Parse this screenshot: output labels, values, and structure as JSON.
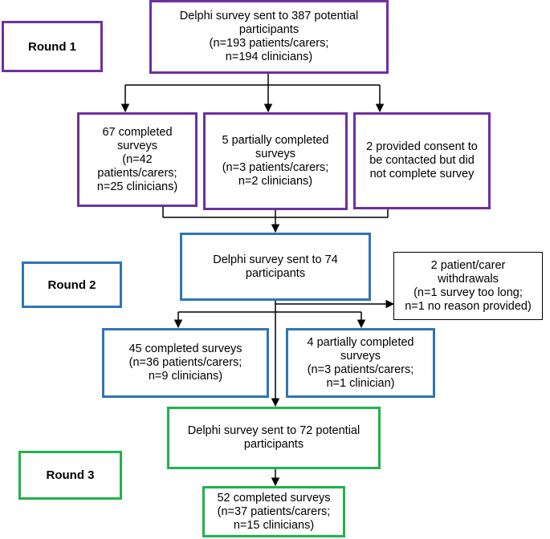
{
  "colors": {
    "round1": "#7030A0",
    "round2": "#2E75B6",
    "round3": "#22B14C",
    "note": "#000000"
  },
  "rounds": {
    "r1": "Round 1",
    "r2": "Round 2",
    "r3": "Round 3"
  },
  "round1": {
    "sent": "Delphi survey sent to 387 potential participants\n(n=193 patients/carers;\nn=194 clinicians)",
    "completed": "67 completed surveys\n(n=42 patients/carers;\nn=25 clinicians)",
    "partial": "5 partially completed surveys\n(n=3 patients/carers;\nn=2 clinicians)",
    "consent": "2 provided consent to be contacted but did not complete survey"
  },
  "round2": {
    "sent": "Delphi survey sent to 74 participants",
    "withdrawals": "2 patient/carer withdrawals\n(n=1 survey too long;\nn=1 no reason provided)",
    "completed": "45 completed surveys\n(n=36 patients/carers;\nn=9 clinicians)",
    "partial": "4 partially completed surveys\n(n=3 patients/carers;\nn=1 clinician)"
  },
  "round3": {
    "sent": "Delphi survey sent to 72 potential participants",
    "completed": "52 completed surveys\n(n=37 patients/carers;\nn=15 clinicians)"
  }
}
